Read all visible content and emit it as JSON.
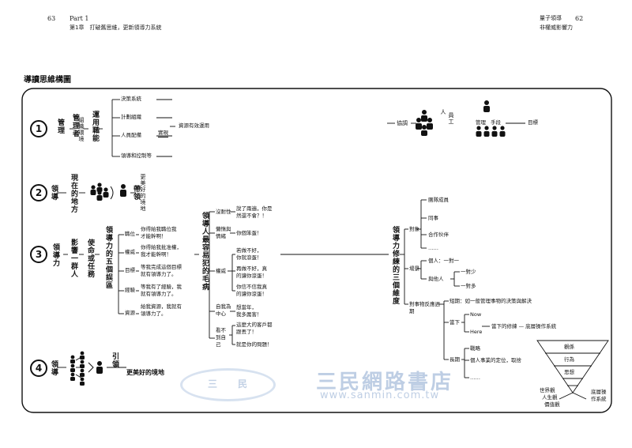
{
  "header": {
    "left_page_no": "63",
    "left_part": "Part 1",
    "left_chapter": "第1章　打破舊思維，更新領導力系統",
    "right_title": "量子領導",
    "right_page_no": "62",
    "right_subtitle": "非權威影響力"
  },
  "section_title": "導讀思維構圖",
  "row1": {
    "num": "1",
    "label": "管理",
    "role": "管理者",
    "role_sub": "組織環境",
    "func": "運用職能",
    "items": [
      "決策系統",
      "計劃組織",
      "人員配備",
      "領導和控制等"
    ],
    "impl": "實現",
    "result": "資源有效運用",
    "right_label": "協調",
    "person_label": "人",
    "person_means": "手段",
    "person_top": "員工",
    "manager_label": "管理",
    "means_label": "手段",
    "goal_label": "目標"
  },
  "row2": {
    "num": "2",
    "label": "領導",
    "place": "現在的地方",
    "lead": "帶領",
    "better": "更美好的境地"
  },
  "row3": {
    "num": "3",
    "label": "領導力",
    "influence": "影響一群人",
    "mission": "使命或任務",
    "five": "領導力的五個誤區",
    "items": [
      {
        "k": "職位",
        "v1": "你得給我職位我",
        "v2": "才能幹啊！"
      },
      {
        "k": "權威",
        "v1": "你得給我批准權，",
        "v2": "我才能幹啊！"
      },
      {
        "k": "目標",
        "v1": "等我完成這個目標",
        "v2": "就有領導力了。"
      },
      {
        "k": "經驗",
        "v1": "等我有了經驗，我",
        "v2": "就有領導力了。"
      },
      {
        "k": "資源",
        "v1": "給我資源，我就有",
        "v2": "領導力了。"
      }
    ],
    "faults": "領導人最容易犯的毛病",
    "fault_items": [
      {
        "k": "沒耐性",
        "v1": "說了兩遍，你是",
        "v2": "然還不會？！"
      },
      {
        "k": "懶惰與情緒",
        "v1": "你個笨蛋！",
        "v2": ""
      },
      {
        "k": "權威",
        "v1": "若做不好，",
        "v2": "你就滾蛋！"
      },
      {
        "k": "",
        "v1": "再做不好，真",
        "v2": "的讓你滾蛋！"
      },
      {
        "k": "",
        "v1": "你信不信我真",
        "v2": "的讓你滾蛋！"
      },
      {
        "k": "自我為中心",
        "v1": "想當年，",
        "v2": "我多厲害！"
      },
      {
        "k": "看不到自己",
        "v1": "這麼大的客戶都",
        "v2": "跟丟了！"
      },
      {
        "k": "",
        "v1": "就是你的問題！",
        "v2": ""
      }
    ],
    "dims": "領導力修練的三個維度",
    "obj": "對象",
    "obj_items": [
      "團隊成員",
      "同事",
      "合作伙伴",
      "……"
    ],
    "scene": "場景",
    "person": "個人：一對一",
    "others": "與他人",
    "one_few": "一對少",
    "one_many": "一對多",
    "time": "對事物反應週期",
    "short": "短期：如一般管理事物的決策與解決",
    "now_label": "當下",
    "now": "Now",
    "here": "Here",
    "now_note": "當下的修練 — 底層操作系統",
    "long": "長期",
    "strategy": "戰略",
    "pos": "個人事業的定位，取捨",
    "dots": "……",
    "pyr": [
      "觀係",
      "行為",
      "思想"
    ],
    "pyr_left": [
      "世界觀",
      "人生觀",
      "價值觀"
    ],
    "pyr_right": [
      "底層操",
      "作系統"
    ]
  },
  "row4": {
    "num": "4",
    "label": "領導",
    "lead": "引領",
    "better": "更美好的境地"
  },
  "watermark": {
    "cn": "三民網路書店",
    "url": "www.sanmin.com.tw",
    "s1": "三",
    "s2": "民"
  }
}
